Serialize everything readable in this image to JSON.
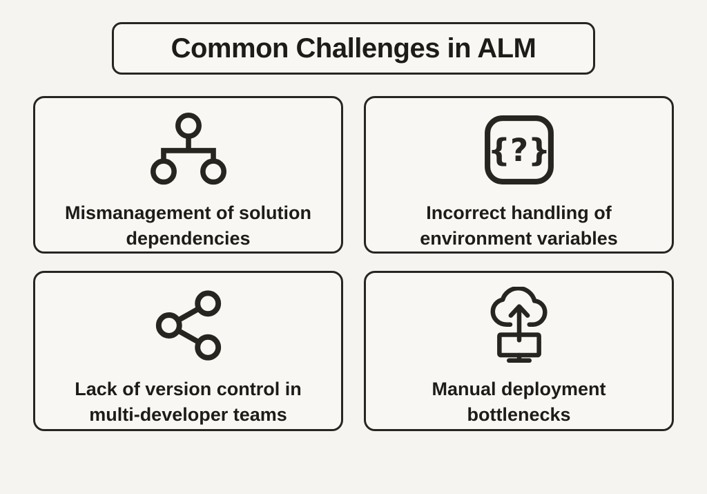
{
  "title": "Common Challenges in ALM",
  "colors": {
    "background": "#f5f4f1",
    "card_background": "#f8f7f4",
    "border": "#26251f",
    "text": "#1d1c18"
  },
  "icons": {
    "braces_question_glyph": "{?}"
  },
  "cards": [
    {
      "icon": "hierarchy-icon",
      "line1": "Mismanagement of solution",
      "line2": "dependencies"
    },
    {
      "icon": "braces-question-icon",
      "line1": "Incorrect handling of",
      "line2": "environment variables"
    },
    {
      "icon": "share-nodes-icon",
      "line1": "Lack of version control in",
      "line2": "multi-developer teams"
    },
    {
      "icon": "cloud-upload-icon",
      "line1": "Manual deployment",
      "line2": "bottlenecks"
    }
  ]
}
